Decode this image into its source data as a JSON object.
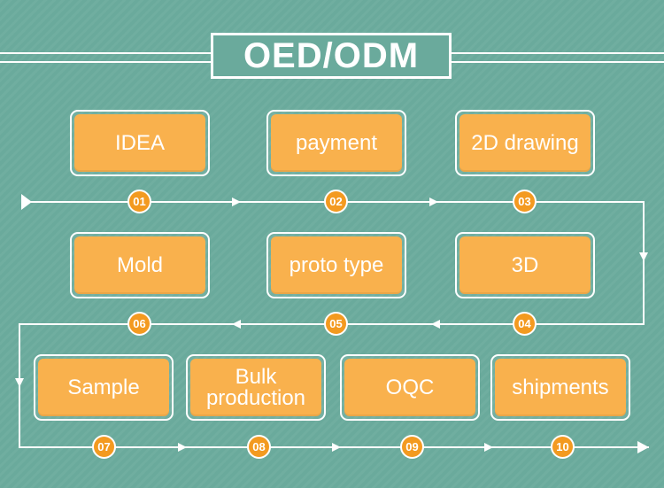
{
  "title": "OED/ODM",
  "steps": [
    {
      "num": "01",
      "label": "IDEA"
    },
    {
      "num": "02",
      "label": "payment"
    },
    {
      "num": "03",
      "label": "2D drawing"
    },
    {
      "num": "04",
      "label": "3D"
    },
    {
      "num": "05",
      "label": "proto type"
    },
    {
      "num": "06",
      "label": "Mold"
    },
    {
      "num": "07",
      "label": "Sample"
    },
    {
      "num": "08",
      "label": "Bulk\nproduction"
    },
    {
      "num": "09",
      "label": "OQC"
    },
    {
      "num": "10",
      "label": "shipments"
    }
  ],
  "colors": {
    "background": "#6aaa9c",
    "box_fill": "#f9b14d",
    "badge_fill": "#f39a20",
    "line": "#ffffff"
  }
}
